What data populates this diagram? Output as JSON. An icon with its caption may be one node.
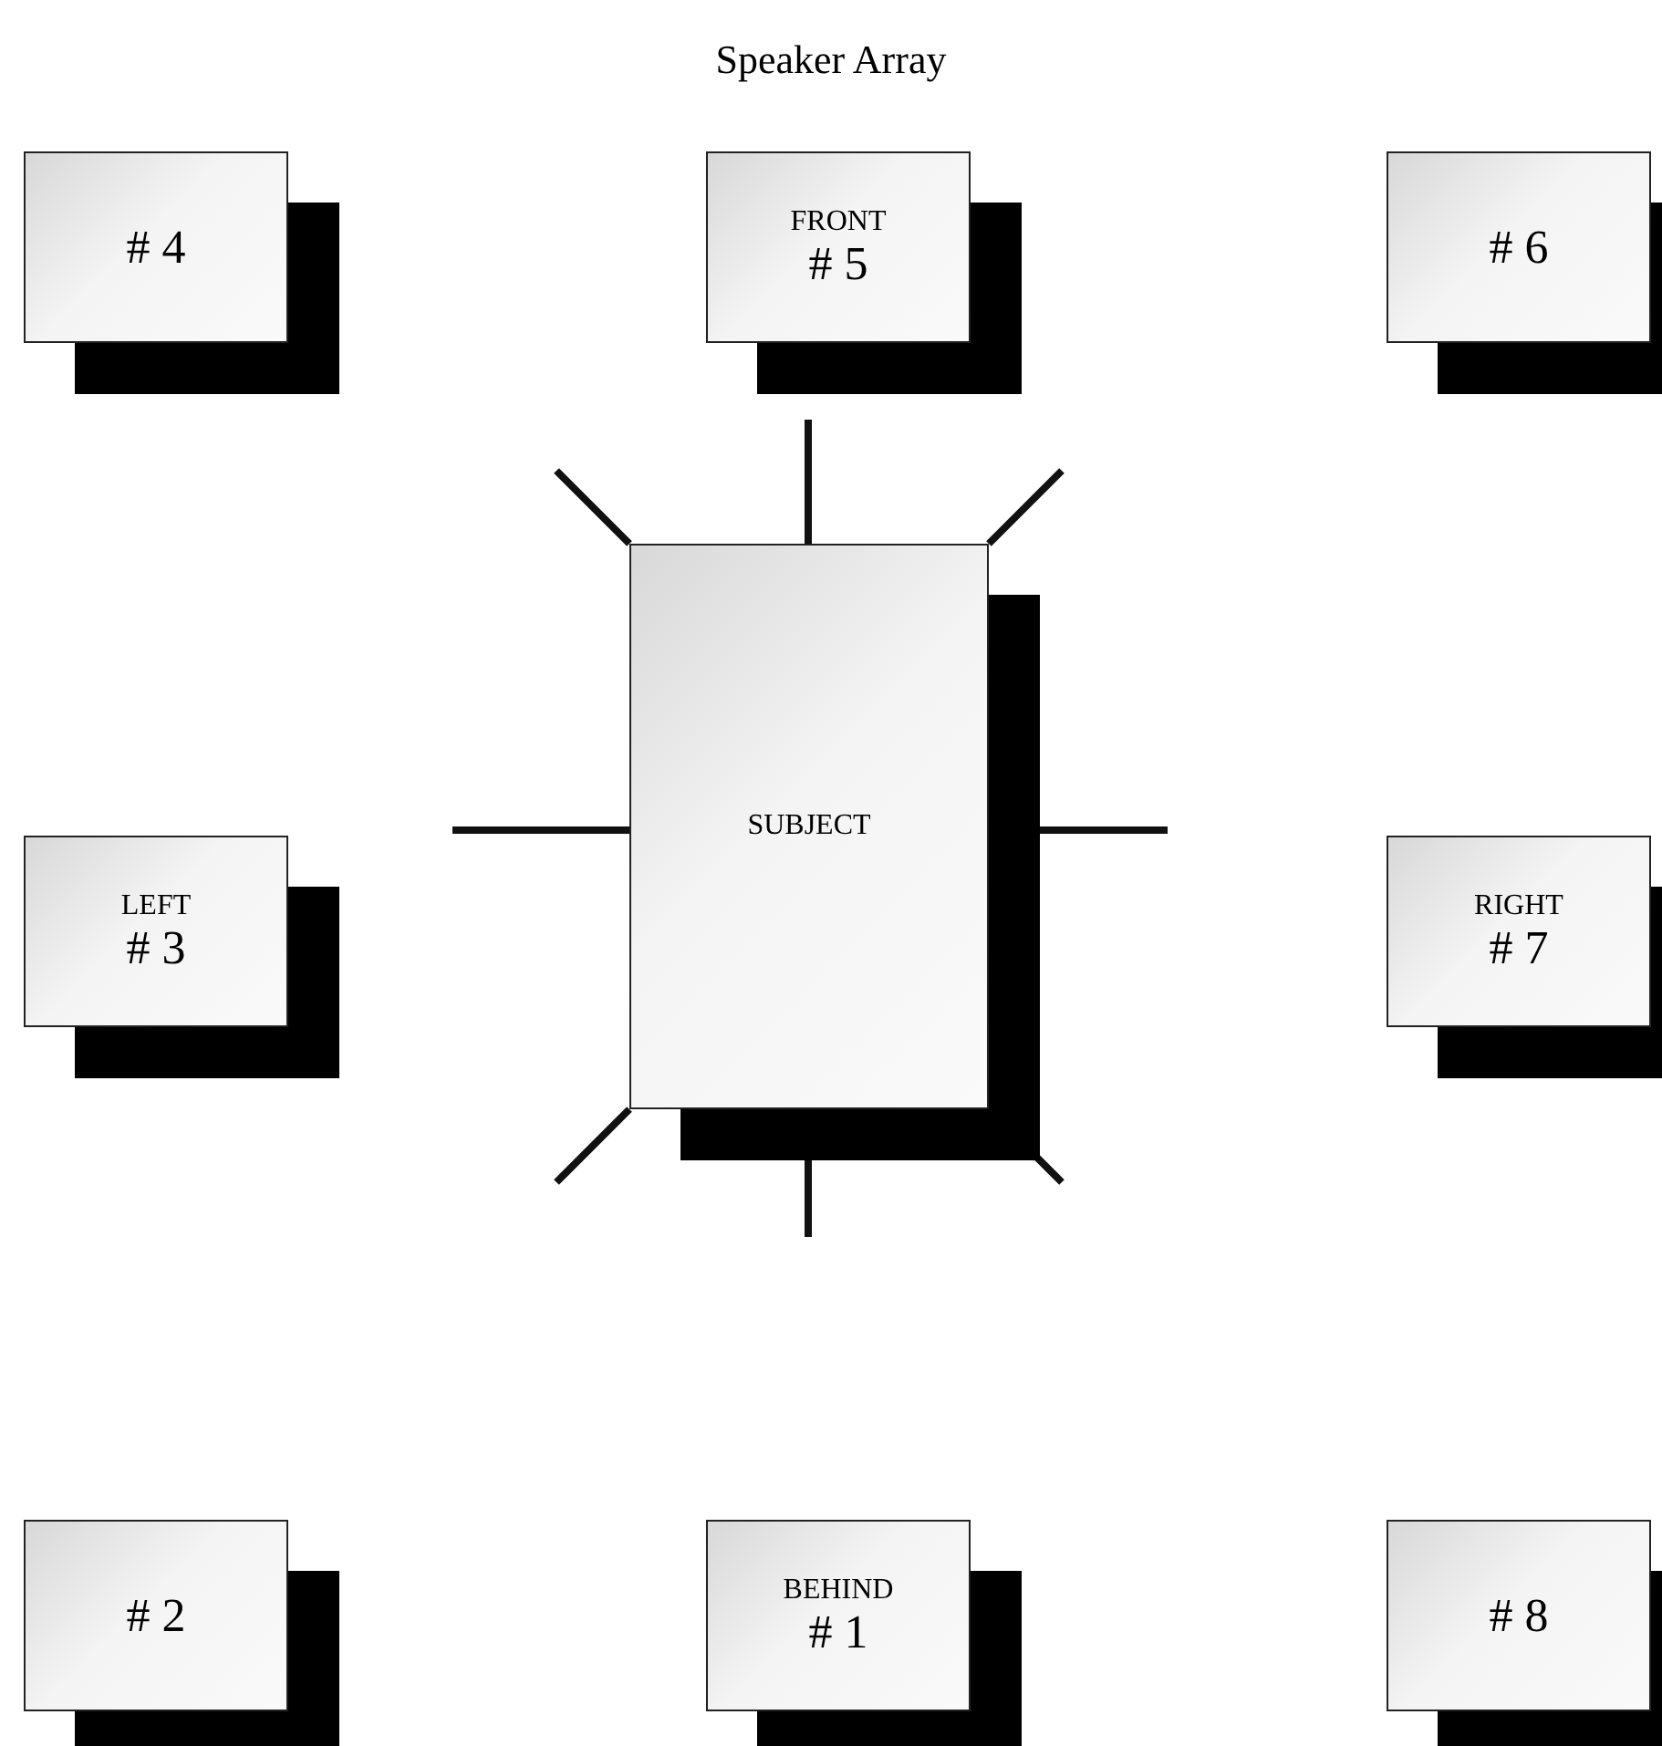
{
  "diagram": {
    "title": "Speaker Array",
    "nodes": [
      {
        "text": [
          "# 4"
        ]
      },
      {
        "text": [
          "FRONT",
          "# 5"
        ]
      },
      {
        "text": [
          "# 6"
        ]
      },
      {
        "text": [
          "LEFT",
          "# 3"
        ]
      },
      {
        "text": [
          "SUBJECT"
        ]
      },
      {
        "text": [
          "RIGHT",
          "# 7"
        ]
      },
      {
        "text": [
          "# 2"
        ]
      },
      {
        "text": [
          "BEHIND",
          "# 1"
        ]
      },
      {
        "text": [
          "# 8"
        ]
      }
    ]
  }
}
